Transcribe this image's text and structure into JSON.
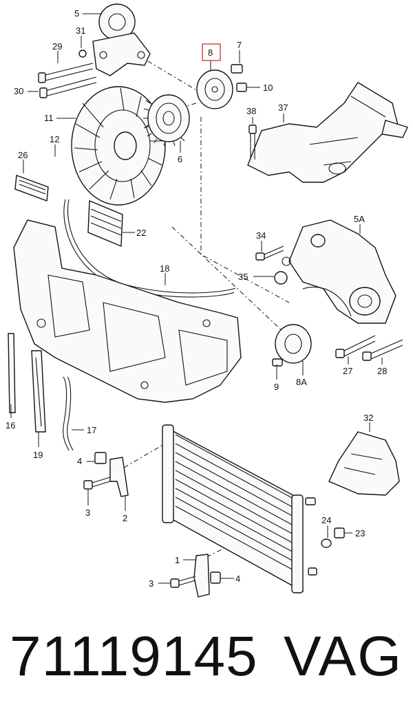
{
  "diagram": {
    "callouts": {
      "c5": "5",
      "c31": "31",
      "c29": "29",
      "c30": "30",
      "c11": "11",
      "c12": "12",
      "c26": "26",
      "c22": "22",
      "c6": "6",
      "c8": "8",
      "c7": "7",
      "c10": "10",
      "c38": "38",
      "c37": "37",
      "c5A": "5A",
      "c34": "34",
      "c35": "35",
      "c18": "18",
      "c16": "16",
      "c19": "19",
      "c17": "17",
      "c9": "9",
      "c8A": "8A",
      "c27": "27",
      "c28": "28",
      "c32": "32",
      "c4a": "4",
      "c3a": "3",
      "c2": "2",
      "c24": "24",
      "c23": "23",
      "c1": "1",
      "c3b": "3",
      "c4b": "4"
    },
    "highlighted_callout": "8",
    "highlight_color": "#d8474e"
  },
  "footer": {
    "part_number": "71119145",
    "brand": "VAG"
  }
}
